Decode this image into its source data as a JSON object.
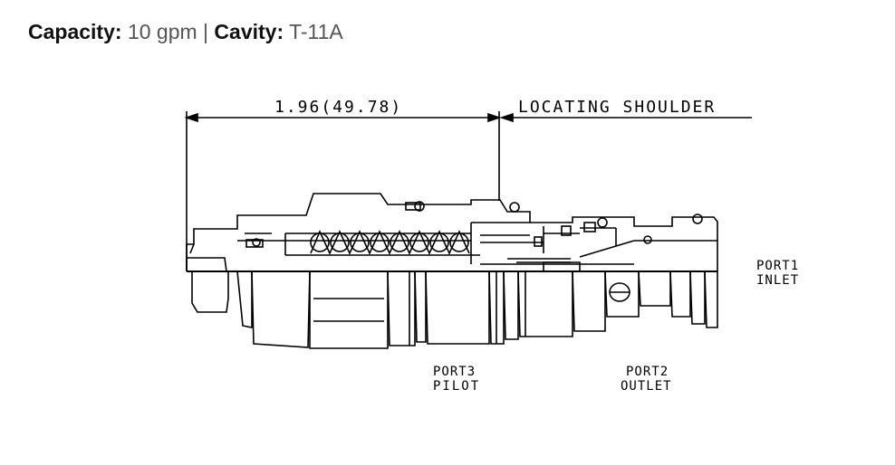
{
  "spec": {
    "capacity_label": "Capacity:",
    "capacity_value": "10 gpm",
    "separator": "|",
    "cavity_label": "Cavity:",
    "cavity_value": "T-11A"
  },
  "drawing": {
    "dimension": "1.96(49.78)",
    "locating_shoulder": "LOCATING SHOULDER",
    "port1_line1": "PORT1",
    "port1_line2": "INLET",
    "port2_line1": "PORT2",
    "port2_line2": "OUTLET",
    "port3_line1": "PORT3",
    "port3_line2": "PILOT"
  }
}
